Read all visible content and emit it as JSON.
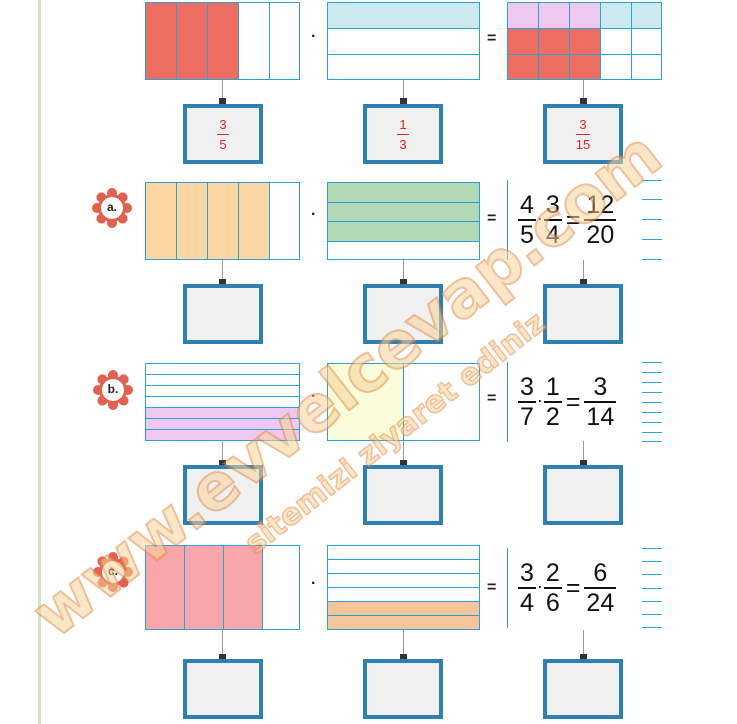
{
  "example": {
    "first_answer": {
      "num": "3",
      "den": "5"
    },
    "second_answer": {
      "num": "1",
      "den": "3"
    },
    "product_answer": {
      "num": "3",
      "den": "15"
    }
  },
  "operators": {
    "dot": "·",
    "equals": "="
  },
  "problems": [
    {
      "label": "a.",
      "equation": {
        "a_num": "4",
        "a_den": "5",
        "b_num": "3",
        "b_den": "4",
        "r_num": "12",
        "r_den": "20"
      }
    },
    {
      "label": "b.",
      "equation": {
        "a_num": "3",
        "a_den": "7",
        "b_num": "1",
        "b_den": "2",
        "r_num": "3",
        "r_den": "14"
      }
    },
    {
      "label": "c.",
      "equation": {
        "a_num": "3",
        "a_den": "4",
        "b_num": "2",
        "b_den": "6",
        "r_num": "6",
        "r_den": "24"
      }
    }
  ],
  "watermark": {
    "line1": "www.evvelcevap.com",
    "line2": "sitemizi ziyaret ediniz"
  },
  "colors": {
    "grid_border": "#29a3d6",
    "red_fill": "#ee6e63",
    "light_blue_fill": "#cde9f0",
    "lilac_fill": "#efc8ef",
    "peach_fill": "#fcd6a2",
    "green_fill": "#b3d9b6",
    "yellow_fill": "#fbfcd9",
    "pink_fill": "#f9a6ab",
    "orange_fill": "#f6c69a",
    "answer_box_border": "#2f7fb0",
    "badge": "#e2604f",
    "answer_text": "#d8262b"
  }
}
